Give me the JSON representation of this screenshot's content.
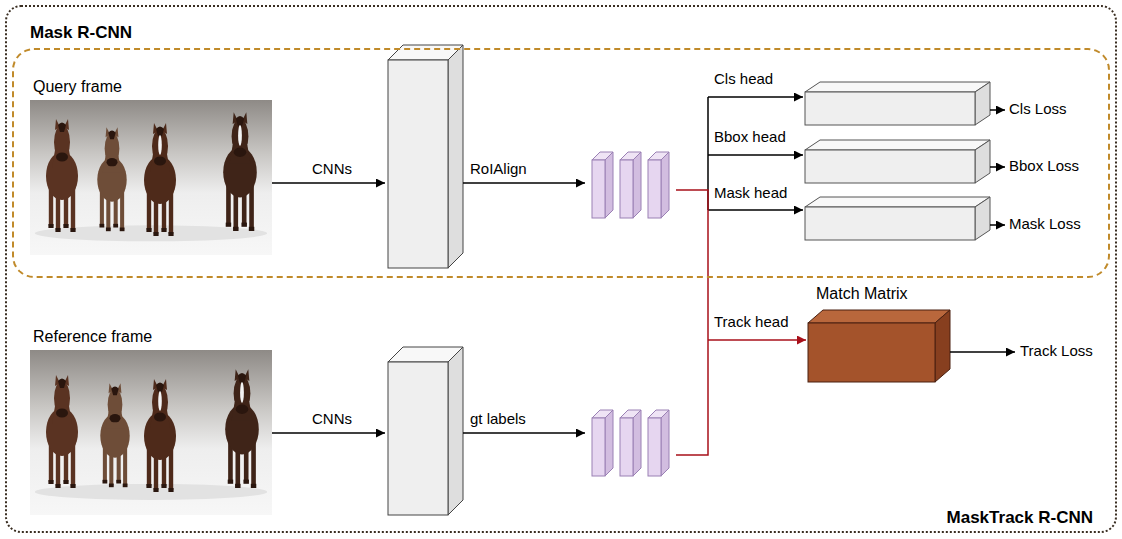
{
  "diagram": {
    "nodes": [
      {
        "text": [
          "MaskTrack R-CNN"
        ]
      },
      {
        "text": [
          "Mask R-CNN"
        ],
        "in": 0
      },
      {
        "text": [
          "Query frame"
        ],
        "in": 1
      },
      {
        "text": [
          "Reference frame"
        ],
        "in": 0
      },
      {
        "text": [
          "Match Matrix"
        ],
        "in": 0
      }
    ],
    "labels": [
      "CNNs",
      "RoIAlign",
      "Cls head",
      "Bbox head",
      "Mask head",
      "Cls Loss",
      "Bbox Loss",
      "Mask Loss",
      "Track head",
      "Track Loss",
      "CNNs",
      "gt labels"
    ]
  }
}
